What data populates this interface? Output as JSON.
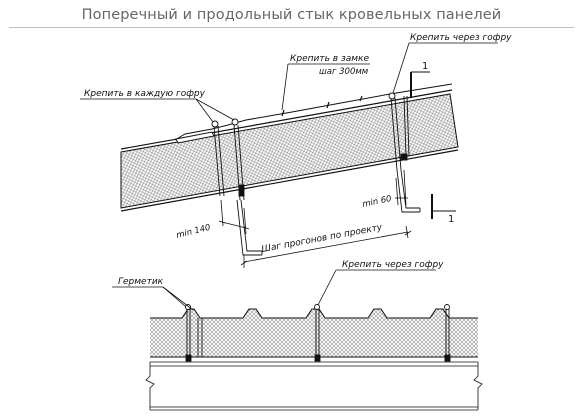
{
  "title": "Поперечный и продольный стык кровельных панелей",
  "labels": {
    "fix_each_corrugation": "Крепить в каждую гофру",
    "fix_in_lock": "Крепить в замке",
    "step_300": "шаг 300мм",
    "fix_through_corrugation_top": "Крепить через гофру",
    "section_mark_top": "1",
    "section_mark_bottom": "1",
    "min_140": "min 140",
    "min_60": "min 60",
    "purlin_step": "Шаг прогонов по проекту",
    "sealant": "Герметик",
    "fix_through_corrugation_bottom": "Крепить через гофру"
  },
  "colors": {
    "line": "#111111",
    "hatch": "#8a8a8a",
    "title_text": "#666666"
  }
}
